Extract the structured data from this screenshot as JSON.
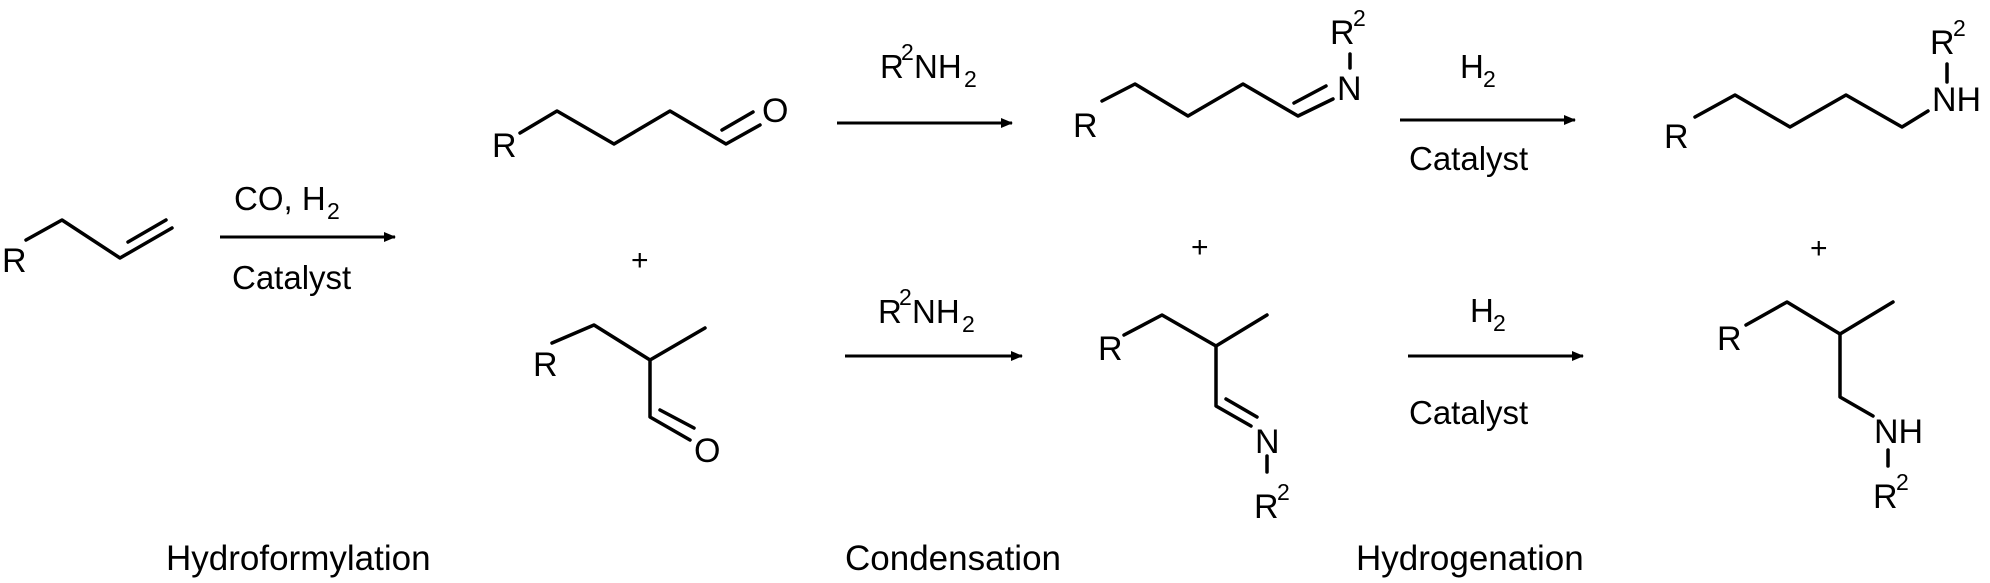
{
  "atoms": {
    "r": "R",
    "o": "O",
    "n": "N",
    "nh": "NH",
    "r2_base": "R",
    "sup2": "2"
  },
  "reagents": {
    "co_h": "CO, H",
    "h": "H",
    "sub2": "2",
    "nh": "NH",
    "catalyst": "Catalyst"
  },
  "plus": "+",
  "stages": {
    "hydroformylation": "Hydroformylation",
    "condensation": "Condensation",
    "hydrogenation": "Hydrogenation"
  }
}
